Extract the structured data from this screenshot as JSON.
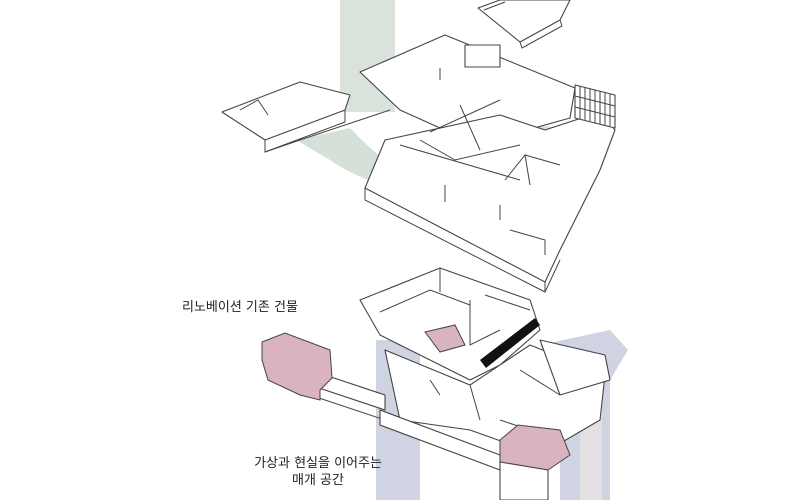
{
  "labels": {
    "existing_building": "리노베이션 기존 건물",
    "medium_space_line1": "가상과 현실을 이어주는",
    "medium_space_line2": "매개 공간"
  },
  "colors": {
    "green_band": "#d5e0d8",
    "blue_band": "#cfd3e2",
    "pink_highlight": "#d9b3bd",
    "gray_band": "#e4e0e3"
  }
}
